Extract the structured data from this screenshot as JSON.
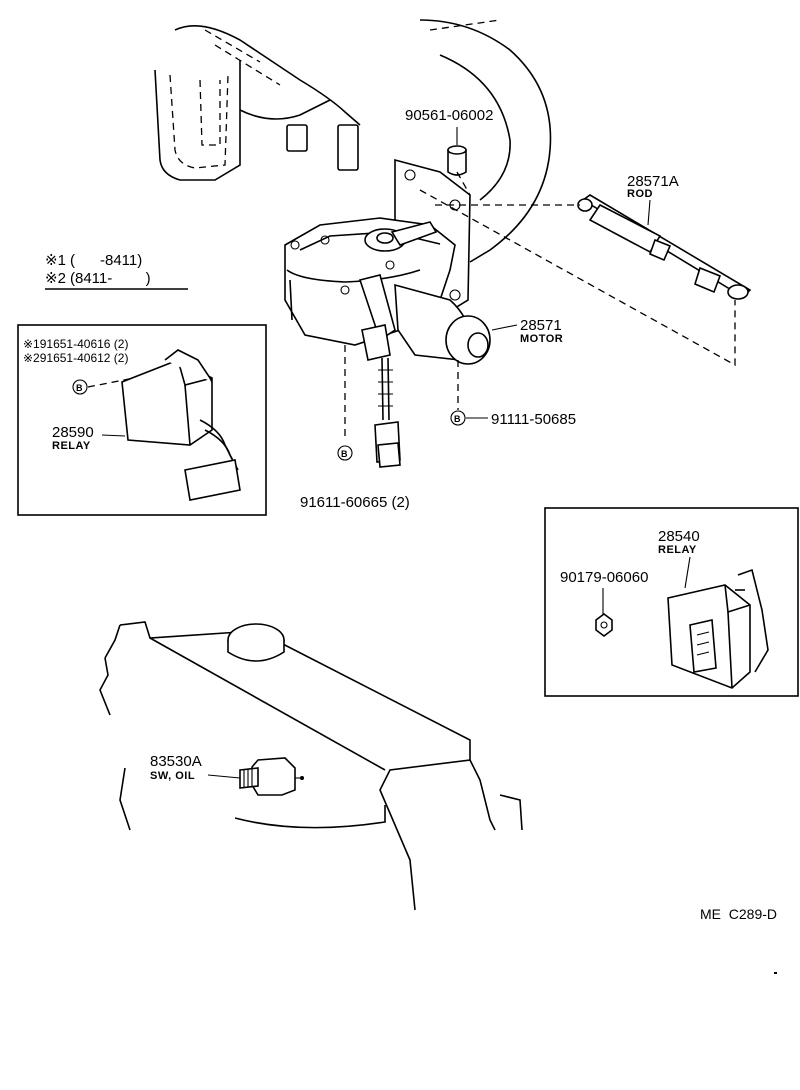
{
  "notes": {
    "note1_mark": "※1",
    "note1_range": "(      -8411)",
    "note2_mark": "※2",
    "note2_range": "(8411-        )"
  },
  "callout_symbol": "B",
  "parts": {
    "p90561": {
      "number": "90561-06002"
    },
    "p28571a": {
      "number": "28571A",
      "name": "ROD"
    },
    "p28571": {
      "number": "28571",
      "name": "MOTOR"
    },
    "p91111": {
      "number": "91111-50685"
    },
    "p91611": {
      "number": "91611-60665 (2)"
    },
    "p28590": {
      "number": "28590",
      "name": "RELAY"
    },
    "p191651": {
      "number": "※191651-40616 (2)"
    },
    "p291651": {
      "number": "※291651-40612 (2)"
    },
    "p28540": {
      "number": "28540",
      "name": "RELAY"
    },
    "p90179": {
      "number": "90179-06060"
    },
    "p83530a": {
      "number": "83530A",
      "name": "SW, OIL"
    }
  },
  "diagram_code": "ME  C289-D"
}
